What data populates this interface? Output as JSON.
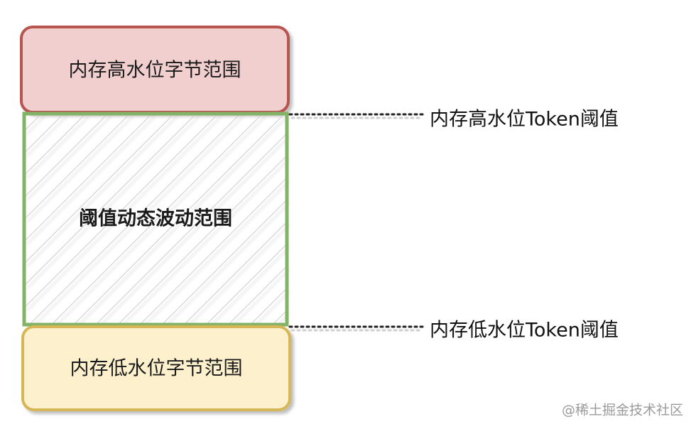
{
  "boxes": {
    "high": {
      "label": "内存高水位字节范围",
      "fill": "#f2cfcf",
      "stroke": "#b85450"
    },
    "range": {
      "label": "阈值动态波动范围",
      "stroke": "#82b366",
      "hatch": "#cccccc"
    },
    "low": {
      "label": "内存低水位字节范围",
      "fill": "#fdf0cc",
      "stroke": "#d6b656"
    }
  },
  "thresholds": {
    "high": "内存高水位Token阈值",
    "low": "内存低水位Token阈值"
  },
  "watermark": "@稀土掘金技术社区"
}
